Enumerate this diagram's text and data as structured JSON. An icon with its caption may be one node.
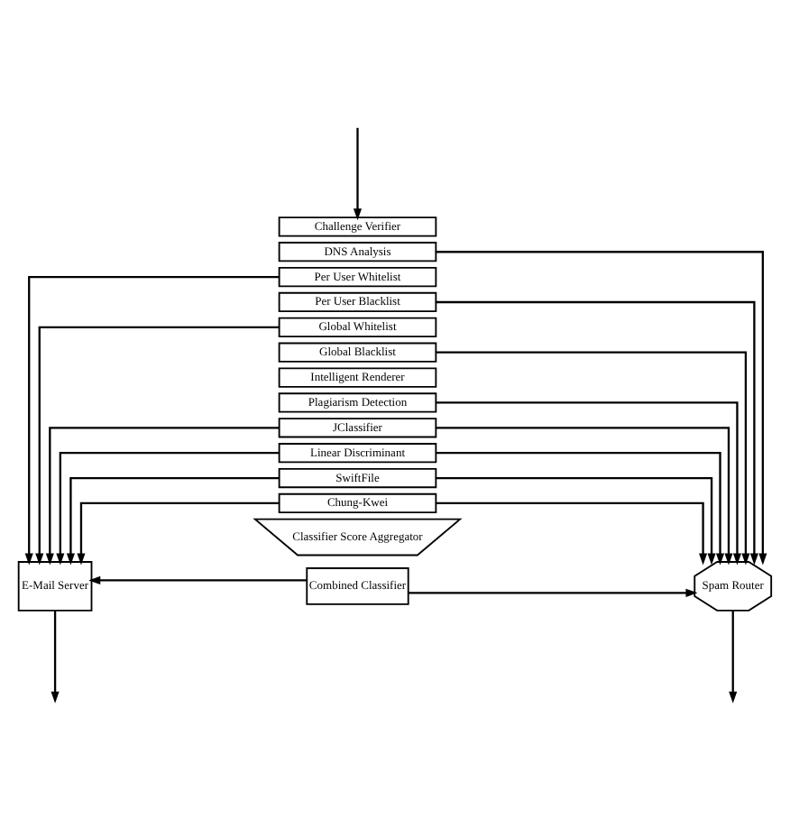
{
  "diagram": {
    "nodes": [
      {
        "text": [
          "Challenge Verifier"
        ]
      },
      {
        "text": [
          "DNS Analysis"
        ]
      },
      {
        "text": [
          "Per User Whitelist"
        ]
      },
      {
        "text": [
          "Per User Blacklist"
        ]
      },
      {
        "text": [
          "Global Whitelist"
        ]
      },
      {
        "text": [
          "Global Blacklist"
        ]
      },
      {
        "text": [
          "Intelligent Renderer"
        ]
      },
      {
        "text": [
          "Plagiarism Detection"
        ]
      },
      {
        "text": [
          "JClassifier"
        ]
      },
      {
        "text": [
          "Linear Discriminant"
        ]
      },
      {
        "text": [
          "SwiftFile"
        ]
      },
      {
        "text": [
          "Chung-Kwei"
        ]
      },
      {
        "text": [
          "Classifier Score Aggregator"
        ]
      },
      {
        "text": [
          "Combined Classifier"
        ]
      },
      {
        "text": [
          "E-Mail Server"
        ]
      },
      {
        "text": [
          "Spam Router"
        ]
      }
    ],
    "edges": [
      {
        "from": null,
        "to": 0,
        "arrow": "to"
      },
      {
        "from": 1,
        "to": 15,
        "arrow": "to"
      },
      {
        "from": 2,
        "to": 14,
        "arrow": "to"
      },
      {
        "from": 3,
        "to": 15,
        "arrow": "to"
      },
      {
        "from": 4,
        "to": 14,
        "arrow": "to"
      },
      {
        "from": 5,
        "to": 15,
        "arrow": "to"
      },
      {
        "from": 7,
        "to": 15,
        "arrow": "to"
      },
      {
        "from": 8,
        "to": 14,
        "arrow": "to"
      },
      {
        "from": 8,
        "to": 15,
        "arrow": "to"
      },
      {
        "from": 9,
        "to": 14,
        "arrow": "to"
      },
      {
        "from": 9,
        "to": 15,
        "arrow": "to"
      },
      {
        "from": 10,
        "to": 14,
        "arrow": "to"
      },
      {
        "from": 10,
        "to": 15,
        "arrow": "to"
      },
      {
        "from": 11,
        "to": 14,
        "arrow": "to"
      },
      {
        "from": 11,
        "to": 15,
        "arrow": "to"
      },
      {
        "from": 13,
        "to": 14,
        "arrow": "to"
      },
      {
        "from": 13,
        "to": 15,
        "arrow": "to"
      },
      {
        "from": 14,
        "to": null,
        "arrow": "to"
      },
      {
        "from": 15,
        "to": null,
        "arrow": "to"
      }
    ]
  }
}
